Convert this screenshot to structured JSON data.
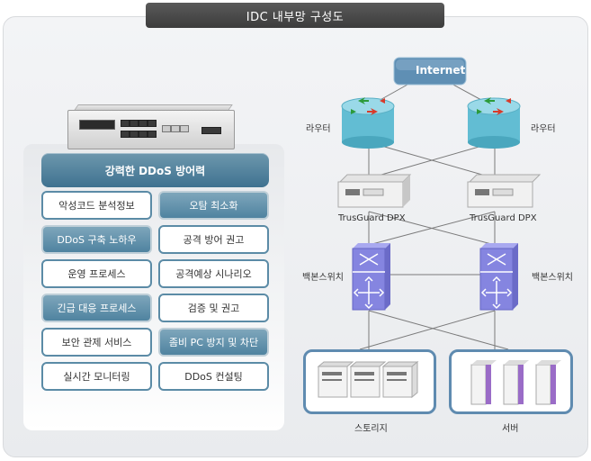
{
  "title": "IDC 내부망 구성도",
  "left": {
    "headline": "강력한 DDoS 방어력",
    "items": [
      {
        "label": "악성코드 분석정보",
        "style": "white"
      },
      {
        "label": "오탐 최소화",
        "style": "blue"
      },
      {
        "label": "DDoS 구축 노하우",
        "style": "blue"
      },
      {
        "label": "공격 방어 권고",
        "style": "white"
      },
      {
        "label": "운영 프로세스",
        "style": "white"
      },
      {
        "label": "공격예상 시나리오",
        "style": "white"
      },
      {
        "label": "긴급 대응 프로세스",
        "style": "blue"
      },
      {
        "label": "검증 및 권고",
        "style": "white"
      },
      {
        "label": "보안 관제 서비스",
        "style": "white"
      },
      {
        "label": "좀비 PC 방지 및 차단",
        "style": "blue"
      },
      {
        "label": "실시간 모니터링",
        "style": "white"
      },
      {
        "label": "DDoS 컨설팅",
        "style": "white"
      }
    ]
  },
  "network": {
    "internet": "Internet",
    "router_left": "라우터",
    "router_right": "라우터",
    "dpx_left": "TrusGuard DPX",
    "dpx_right": "TrusGuard DPX",
    "switch_left": "백본스위치",
    "switch_right": "백본스위치",
    "storage": "스토리지",
    "server": "서버"
  },
  "colors": {
    "accent": "#4f83a0",
    "internet": "#5f8fb4",
    "switch": "#7f7fd8",
    "box_border": "#5f8bb0"
  }
}
